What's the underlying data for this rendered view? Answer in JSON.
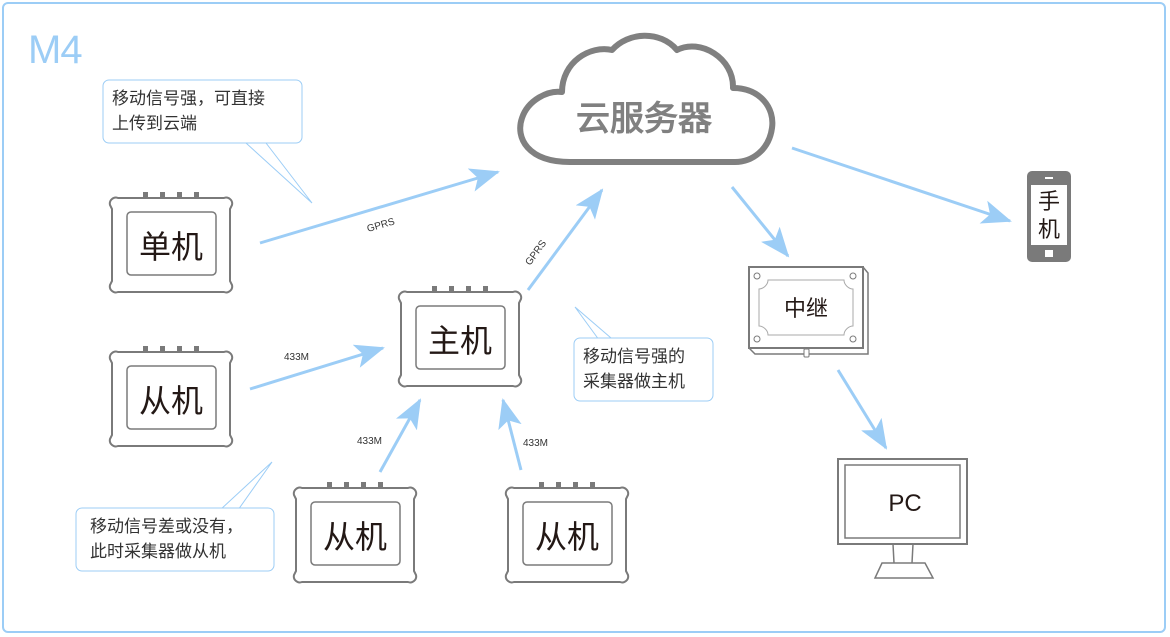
{
  "title": "M4",
  "colors": {
    "frame": "#9ccdf6",
    "arrow": "#9ccdf6",
    "device_stroke": "#7a7a7a",
    "cloud_stroke": "#808080",
    "text": "#231815"
  },
  "nodes": {
    "cloud": "云服务器",
    "standalone": "单机",
    "master": "主机",
    "slave_left": "从机",
    "slave_bottom_left": "从机",
    "slave_bottom_right": "从机",
    "relay": "中继",
    "phone": "手机",
    "pc": "PC"
  },
  "notes": {
    "standalone": "移动信号强，可直接\n上传到云端",
    "master": "移动信号强的\n采集器做主机",
    "slave": "移动信号差或没有，\n此时采集器做从机"
  },
  "edges": [
    {
      "from": "standalone",
      "to": "cloud",
      "label": "GPRS"
    },
    {
      "from": "master",
      "to": "cloud",
      "label": "GPRS"
    },
    {
      "from": "slave_left",
      "to": "master",
      "label": "433M"
    },
    {
      "from": "slave_bottom_left",
      "to": "master",
      "label": "433M"
    },
    {
      "from": "slave_bottom_right",
      "to": "master",
      "label": "433M"
    },
    {
      "from": "cloud",
      "to": "phone",
      "label": ""
    },
    {
      "from": "cloud",
      "to": "relay",
      "label": ""
    },
    {
      "from": "relay",
      "to": "pc",
      "label": ""
    }
  ]
}
